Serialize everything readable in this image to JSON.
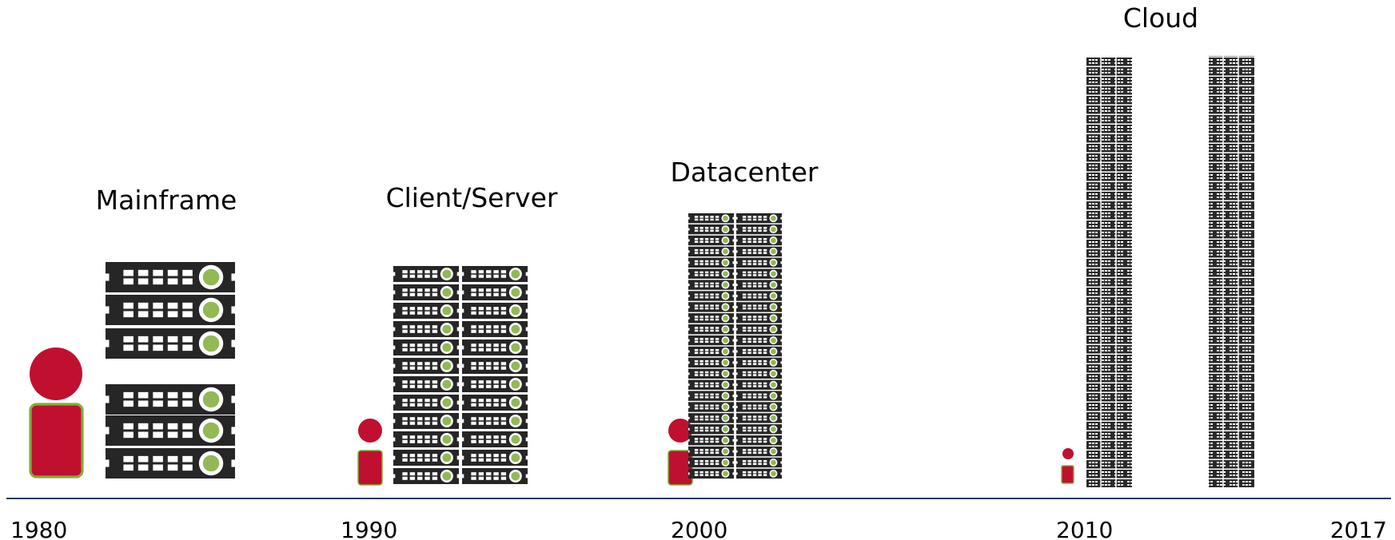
{
  "eras": [
    {
      "label": "Mainframe"
    },
    {
      "label": "Client/Server"
    },
    {
      "label": "Datacenter"
    },
    {
      "label": "Cloud"
    }
  ],
  "timeline": {
    "years": [
      "1980",
      "1990",
      "2000",
      "2010",
      "2017"
    ],
    "axis_color": "#1f3a68"
  },
  "colors": {
    "person": "#c0102f",
    "person_outline": "#7fae3a",
    "server": "#262626",
    "server_light": "#93b856"
  },
  "icons": [
    "person-icon",
    "server-rack-icon"
  ]
}
